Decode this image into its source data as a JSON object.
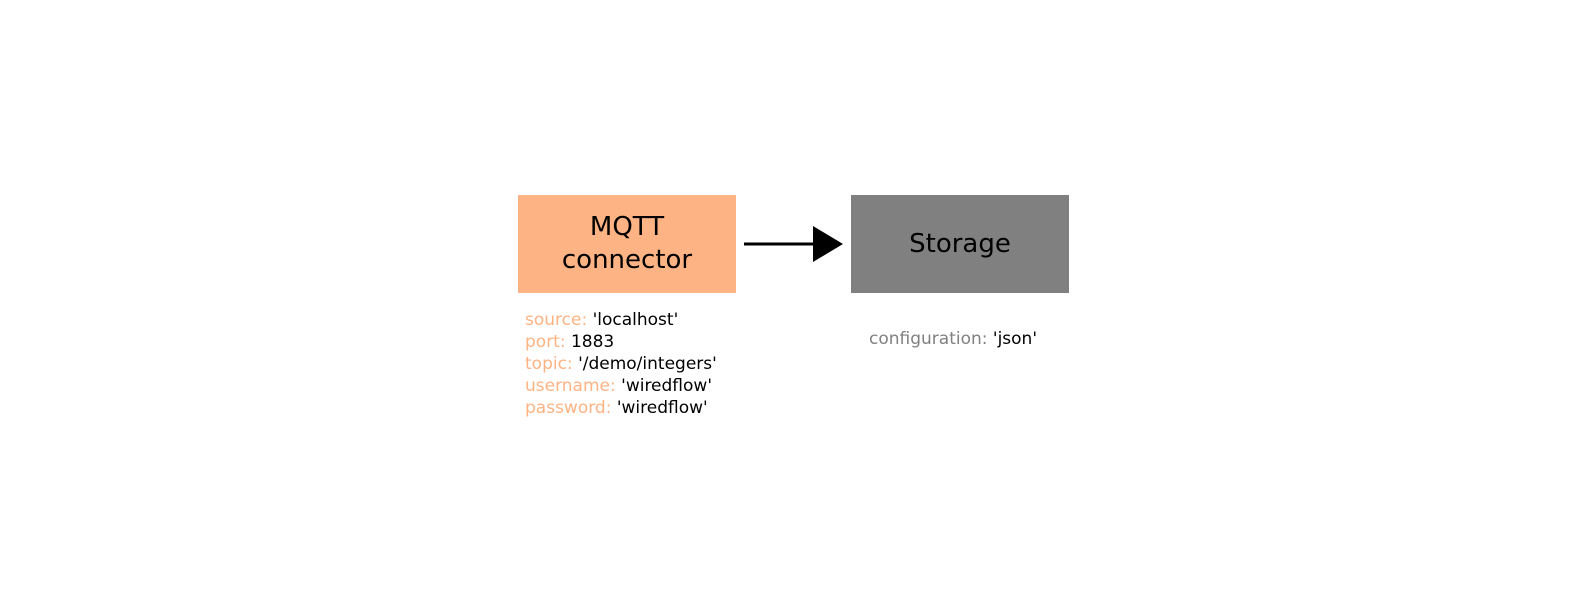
{
  "nodes": {
    "mqtt": {
      "title": "MQTT\nconnector",
      "color": "#FDB383",
      "props": [
        {
          "key": "source:",
          "value": "'localhost'"
        },
        {
          "key": "port:",
          "value": "1883"
        },
        {
          "key": "topic:",
          "value": "'/demo/integers'"
        },
        {
          "key": "username:",
          "value": "'wiredflow'"
        },
        {
          "key": "password:",
          "value": "'wiredflow'"
        }
      ]
    },
    "storage": {
      "title": "Storage",
      "color": "#808080",
      "props": [
        {
          "key": "configuration:",
          "value": "'json'"
        }
      ]
    }
  },
  "edges": [
    {
      "from": "mqtt",
      "to": "storage",
      "color": "#000000"
    }
  ]
}
